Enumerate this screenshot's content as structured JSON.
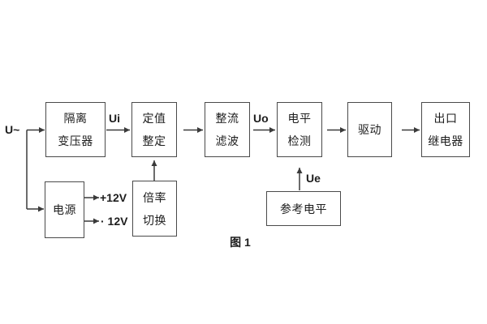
{
  "figure": {
    "caption": "图 1",
    "source_label": "U~",
    "signals": {
      "ui": "Ui",
      "uo": "Uo",
      "ue": "Ue"
    },
    "power_rails": {
      "positive": "+12V",
      "negative": "· 12V"
    },
    "blocks": {
      "isolation_transformer": {
        "line1": "隔离",
        "line2": "变压器"
      },
      "setting_adjustment": {
        "line1": "定值",
        "line2": "整定"
      },
      "rectifier_filter": {
        "line1": "整流",
        "line2": "滤波"
      },
      "level_detection": {
        "line1": "电平",
        "line2": "检测"
      },
      "drive": {
        "line1": "驱动"
      },
      "output_relay": {
        "line1": "出口",
        "line2": "继电器"
      },
      "power_supply": {
        "line1": "电源"
      },
      "multiplier_switch": {
        "line1": "倍率",
        "line2": "切换"
      },
      "reference_level": {
        "line1": "参考电平"
      }
    },
    "colors": {
      "line": "#3a3a3a",
      "text": "#1d1d1d",
      "background": "#ffffff"
    }
  }
}
